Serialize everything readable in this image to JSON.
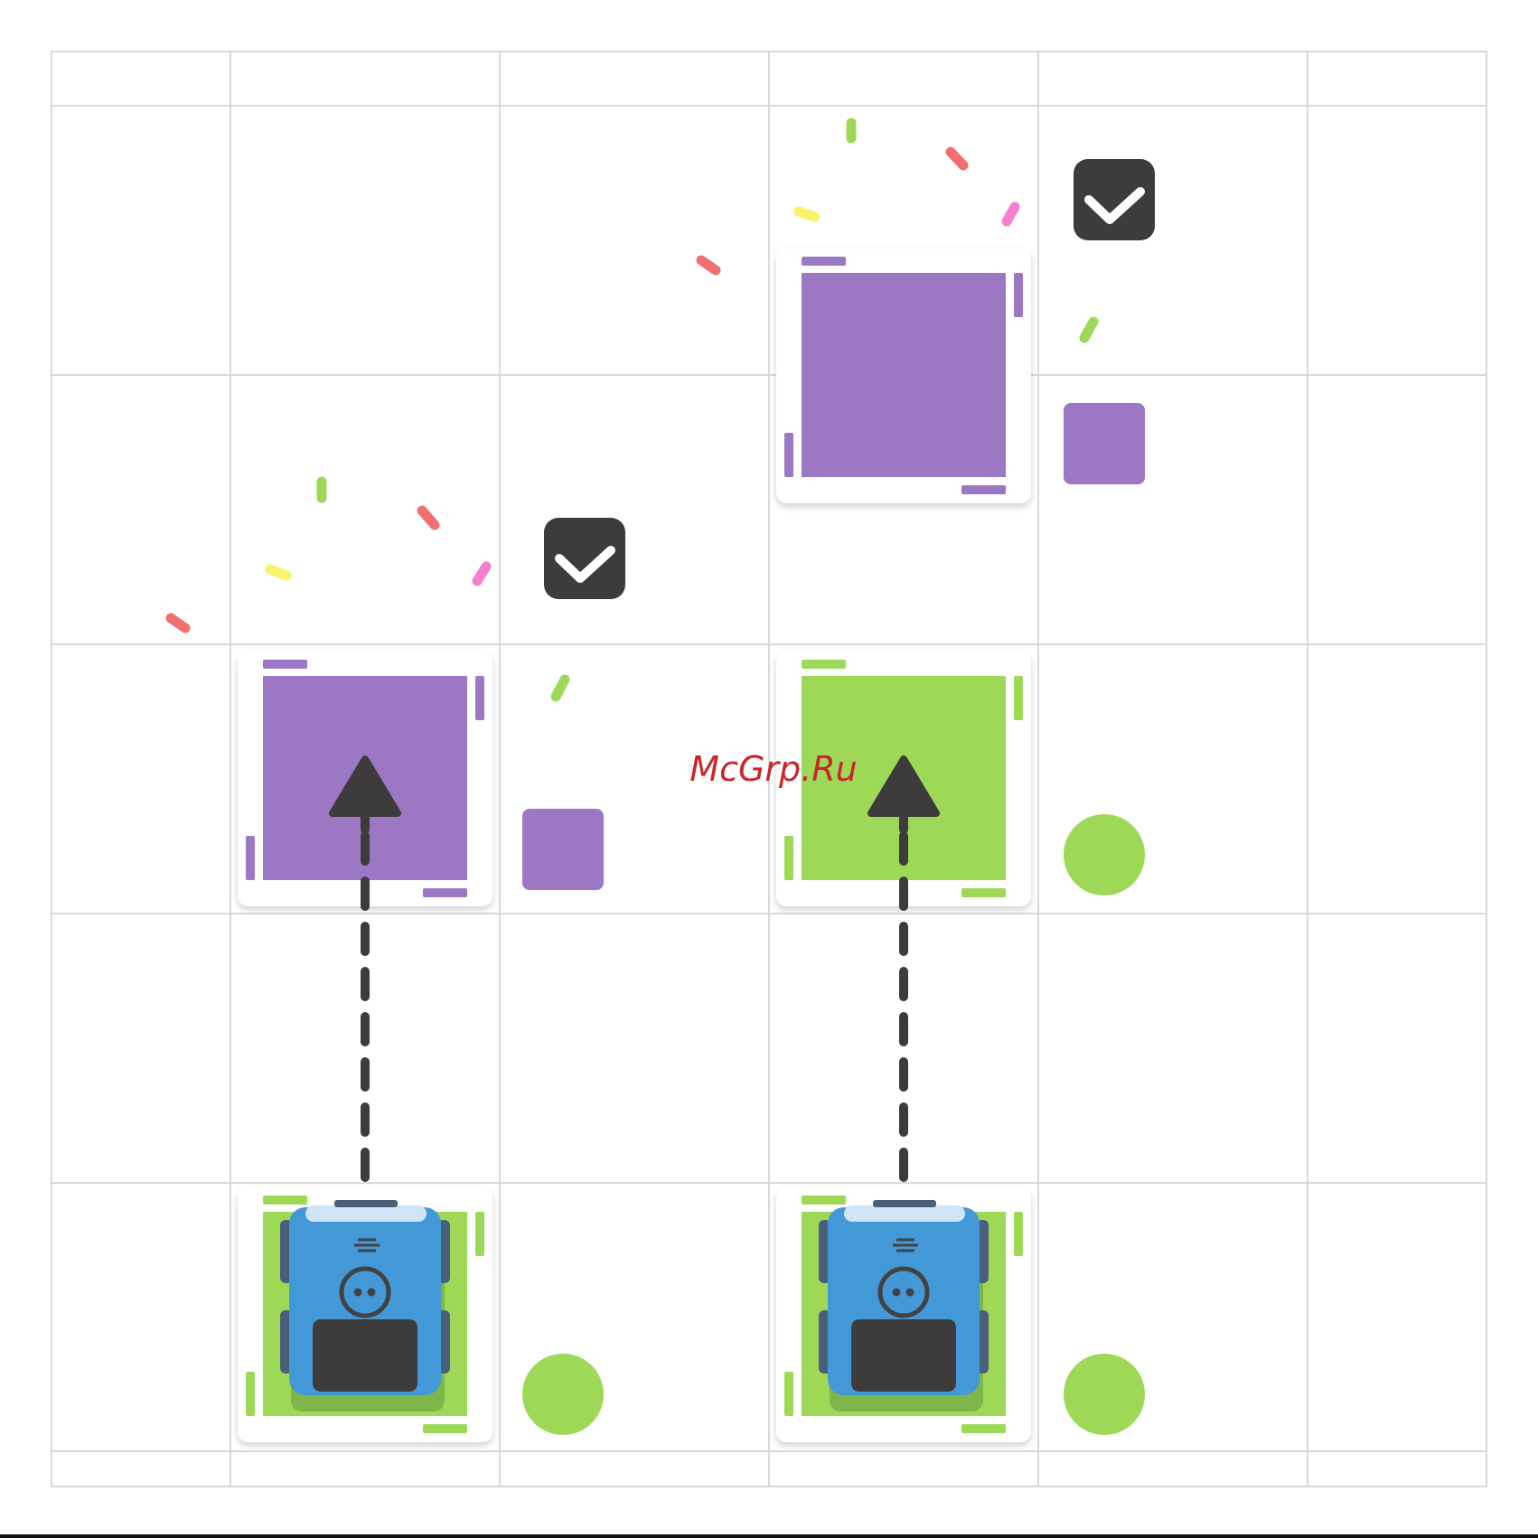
{
  "watermark": {
    "text": "McGrp.Ru",
    "color": "#c8262b"
  },
  "colors": {
    "purple": "#9c77c3",
    "green": "#9dd957",
    "green_dark": "#7fb64a",
    "robot_blue": "#4398d8",
    "robot_light": "#cfe4f5",
    "robot_dark": "#424242",
    "robot_wheel": "#4a5f7a",
    "ink": "#3d3b3b",
    "grid": "#d9d9d9",
    "confetti_red": "#f07070",
    "confetti_yellow": "#fbf36b",
    "confetti_pink": "#f47fd0",
    "confetti_green": "#9dd957"
  },
  "board": {
    "columns": 6,
    "rows": 6,
    "cards": [
      {
        "id": "start-card-left",
        "color": "green",
        "has_robot": true
      },
      {
        "id": "target-card-left",
        "color": "purple",
        "arrow": "up"
      },
      {
        "id": "start-card-right",
        "color": "green",
        "has_robot": true
      },
      {
        "id": "target-card-right",
        "color": "green",
        "arrow": "up"
      },
      {
        "id": "completed-card-right",
        "color": "purple",
        "arrow": "none"
      }
    ],
    "markers": [
      {
        "shape": "square",
        "color": "purple"
      },
      {
        "shape": "square",
        "color": "purple"
      },
      {
        "shape": "circle",
        "color": "green"
      },
      {
        "shape": "circle",
        "color": "green"
      },
      {
        "shape": "circle",
        "color": "green"
      }
    ],
    "checkmarks": [
      {
        "icon": "checkmark-icon",
        "state": "checked"
      },
      {
        "icon": "checkmark-icon",
        "state": "checked"
      }
    ],
    "paths": [
      {
        "style": "dashed",
        "direction": "up"
      },
      {
        "style": "dashed",
        "direction": "up"
      }
    ]
  }
}
